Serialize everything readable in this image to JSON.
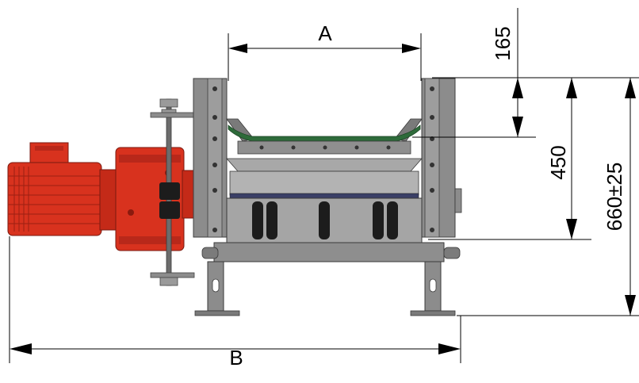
{
  "dimensions": {
    "A": "A",
    "B": "B",
    "d165": "165",
    "d450": "450",
    "d660": "660±25"
  },
  "colors": {
    "motor_red": "#d8321e",
    "motor_red_dark": "#a82214",
    "frame_gray": "#8c8c8c",
    "frame_gray_dark": "#5e5e5e",
    "frame_gray_light": "#b5b5b5",
    "belt_green": "#2e6b3a",
    "roller_black": "#1c1c1c"
  }
}
